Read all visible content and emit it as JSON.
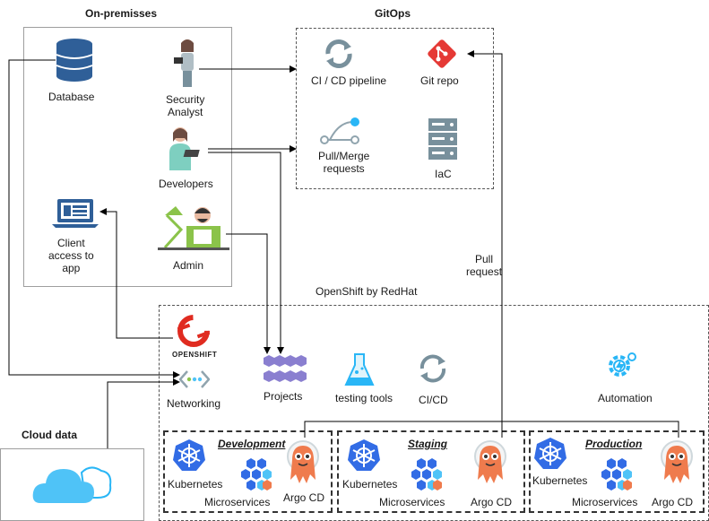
{
  "onprem": {
    "title": "On-premisses",
    "database": "Database",
    "security_analyst": "Security\nAnalyst",
    "developers": "Developers",
    "admin": "Admin",
    "client_access": "Client\naccess to\napp"
  },
  "gitops": {
    "title": "GitOps",
    "cicd_pipeline": "CI / CD pipeline",
    "git_repo": "Git repo",
    "pull_merge": "Pull/Merge\nrequests",
    "iac": "IaC"
  },
  "openshift": {
    "title": "OpenShift by RedHat",
    "brand": "OPENSHIFT",
    "networking": "Networking",
    "projects": "Projects",
    "testing_tools": "testing tools",
    "cicd": "CI/CD",
    "automation": "Automation"
  },
  "pull_request": "Pull\nrequest",
  "cloud": {
    "title": "Cloud data"
  },
  "environments": [
    {
      "name": "Development",
      "kubernetes": "Kubernetes",
      "microservices": "Microservices",
      "argocd": "Argo CD"
    },
    {
      "name": "Staging",
      "kubernetes": "Kubernetes",
      "microservices": "Microservices",
      "argocd": "Argo CD"
    },
    {
      "name": "Production",
      "kubernetes": "Kubernetes",
      "microservices": "Microservices",
      "argocd": "Argo CD"
    }
  ],
  "colors": {
    "icon_blue": "#2f5f98",
    "git_red": "#e53935",
    "openshift_red": "#e02b20",
    "argo_orange": "#ef7b4d",
    "kube_blue": "#326ce5",
    "cloud_blue": "#4fc3f7",
    "project_purple": "#8a7fd0"
  }
}
